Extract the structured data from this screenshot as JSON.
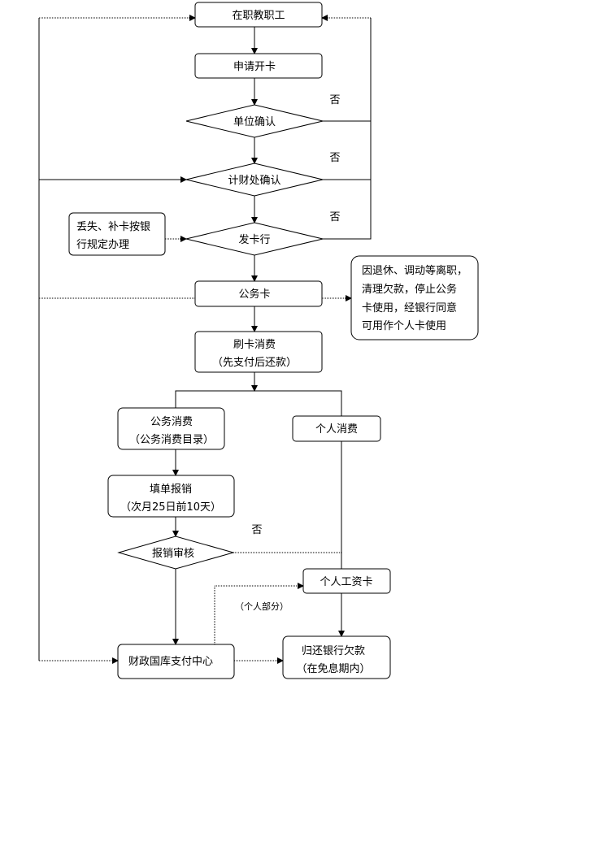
{
  "nodes": {
    "staff": "在职教职工",
    "apply": "申请开卡",
    "unit_confirm": "单位确认",
    "finance_confirm": "计财处确认",
    "issuing_bank": "发卡行",
    "lost_line1": "丢失、补卡按银",
    "lost_line2": "行规定办理",
    "official_card": "公务卡",
    "note_line1": "因退休、调动等离职，",
    "note_line2": "清理欠款，停止公务",
    "note_line3": "卡使用，经银行同意",
    "note_line4": "可用作个人卡使用",
    "swipe_line1": "刷卡消费",
    "swipe_line2": "（先支付后还款）",
    "official_spend_line1": "公务消费",
    "official_spend_line2": "（公务消费目录）",
    "personal_spend": "个人消费",
    "reimburse_line1": "填单报销",
    "reimburse_line2": "（次月25日前10天）",
    "audit": "报销审核",
    "salary_card": "个人工资卡",
    "treasury": "财政国库支付中心",
    "repay_line1": "归还银行欠款",
    "repay_line2": "（在免息期内）"
  },
  "labels": {
    "no1": "否",
    "no2": "否",
    "no3": "否",
    "no4": "否",
    "personal_part": "（个人部分）"
  }
}
